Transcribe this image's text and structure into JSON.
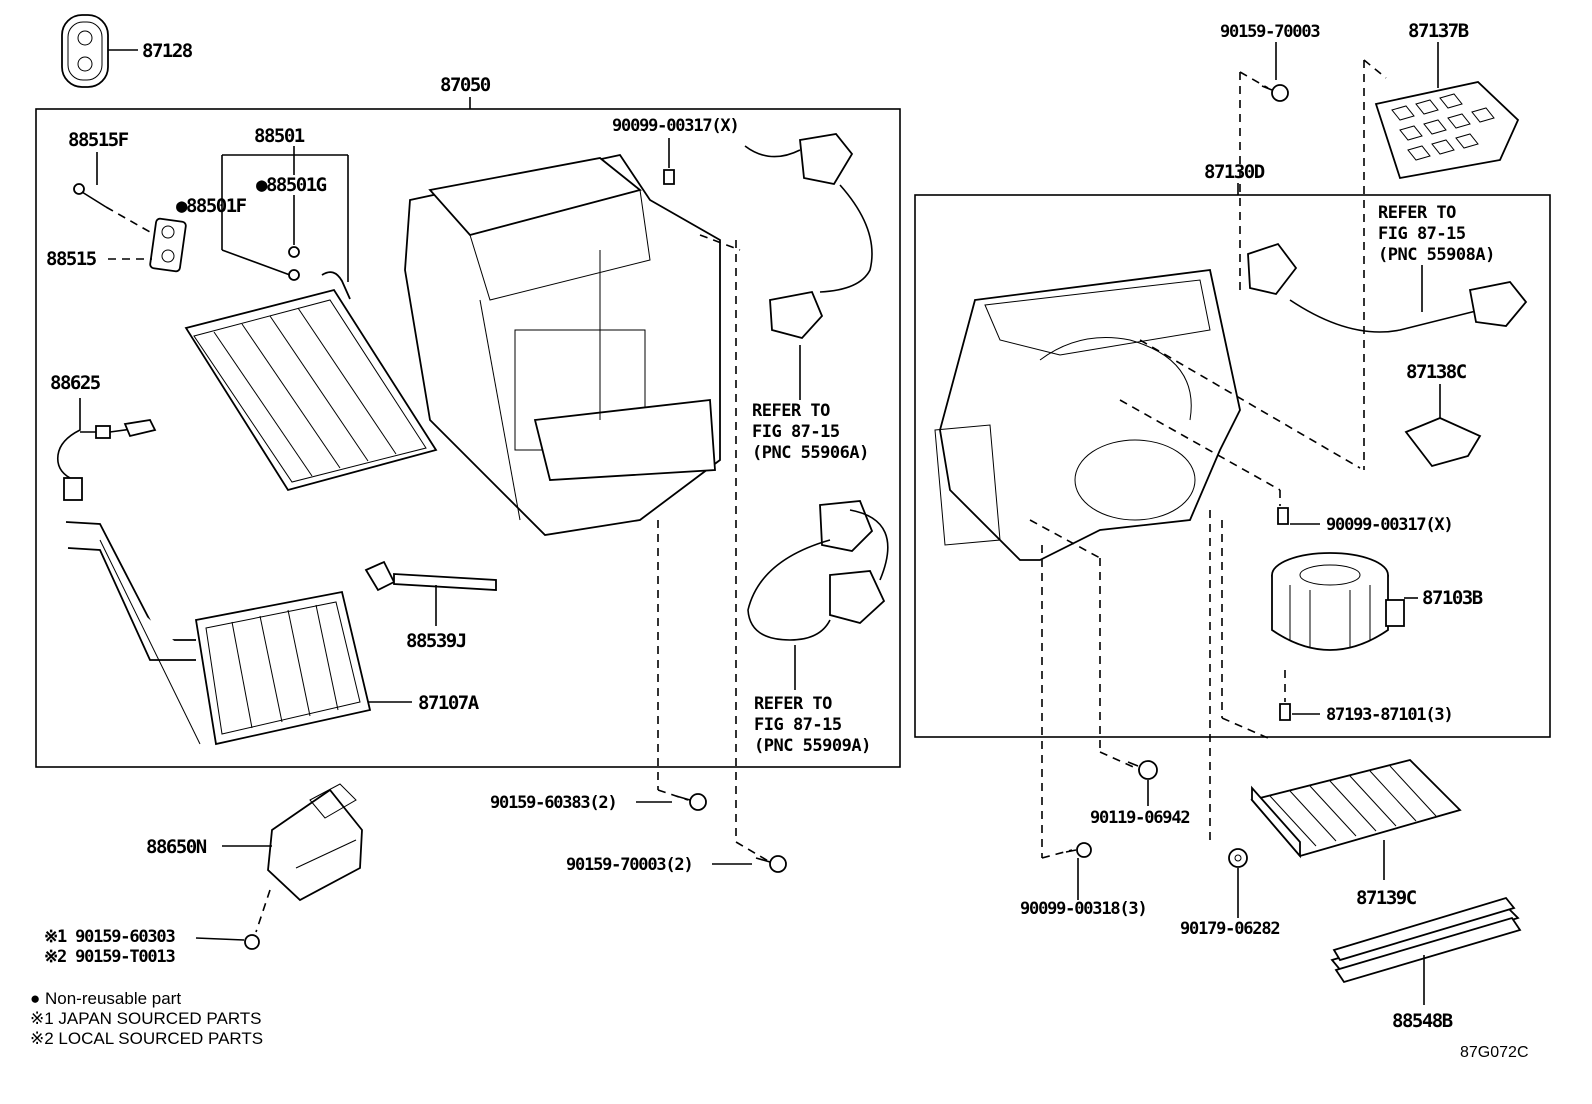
{
  "diagram_code": "87G072C",
  "parts": {
    "p87128": "87128",
    "p87050": "87050",
    "p88515F": "88515F",
    "p88501": "88501",
    "p88501G": "●88501G",
    "p88501F": "●88501F",
    "p88515": "88515",
    "p88625": "88625",
    "p88539J": "88539J",
    "p87107A": "87107A",
    "p90099_00317_left": "90099-00317(X)",
    "p90159_60383": "90159-60383(2)",
    "p90159_70003_2": "90159-70003(2)",
    "p88650N": "88650N",
    "p90159_60303": "※1 90159-60303",
    "p90159_T0013": "※2 90159-T0013",
    "p90159_70003": "90159-70003",
    "p87137B": "87137B",
    "p87130D": "87130D",
    "p87138C": "87138C",
    "p90099_00317_right": "90099-00317(X)",
    "p87103B": "87103B",
    "p87193_87101": "87193-87101(3)",
    "p90119_06942": "90119-06942",
    "p90099_00318": "90099-00318(3)",
    "p90179_06282": "90179-06282",
    "p87139C": "87139C",
    "p88548B": "88548B"
  },
  "refs": {
    "ref_a": {
      "line1": "REFER TO",
      "line2": "FIG 87-15",
      "line3": "(PNC 55906A)"
    },
    "ref_b": {
      "line1": "REFER TO",
      "line2": "FIG 87-15",
      "line3": "(PNC 55909A)"
    },
    "ref_c": {
      "line1": "REFER TO",
      "line2": "FIG 87-15",
      "line3": "(PNC 55908A)"
    }
  },
  "legend": {
    "item1": "● Non-reusable part",
    "item2": "※1 JAPAN SOURCED PARTS",
    "item3": "※2 LOCAL SOURCED PARTS"
  }
}
